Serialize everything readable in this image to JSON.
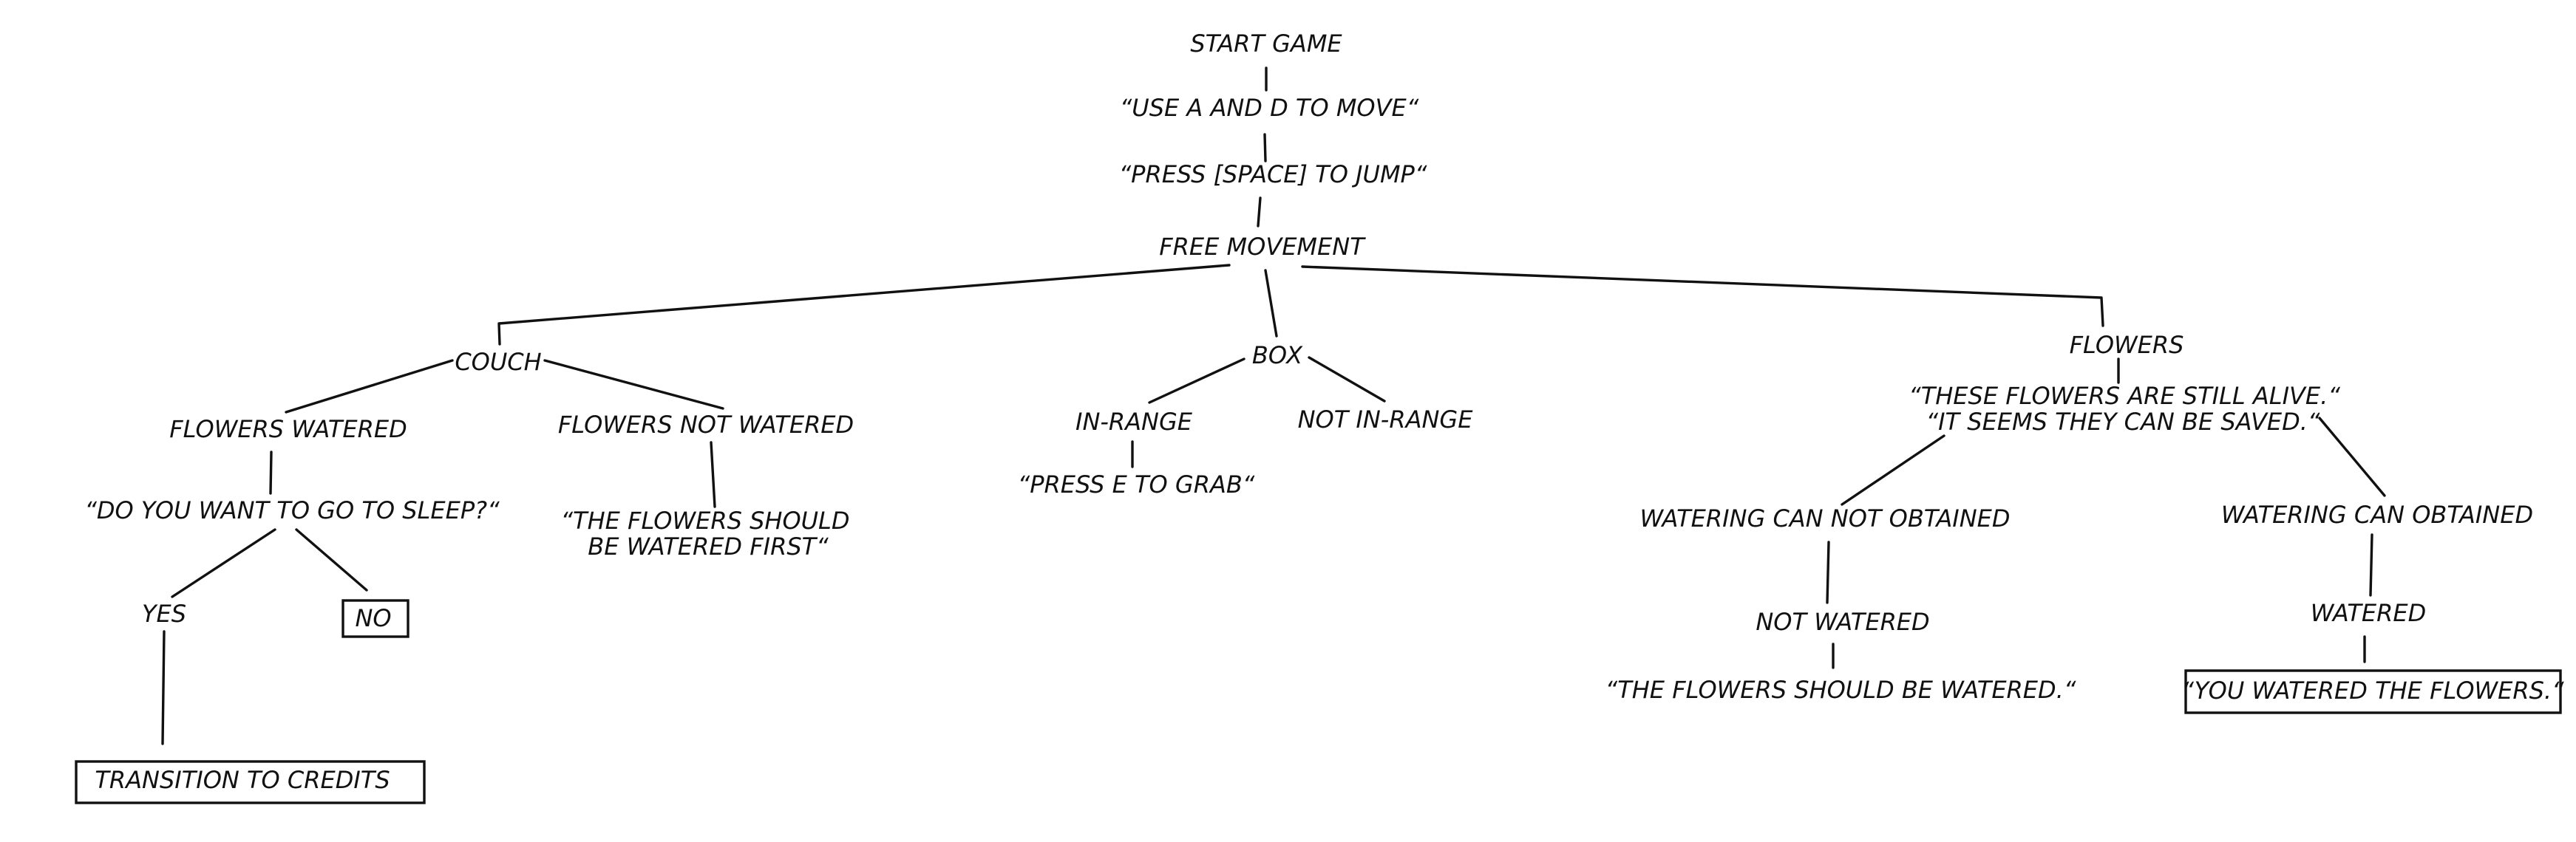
{
  "nodes": {
    "start_game": "START GAME",
    "use_a_d": "“USE A AND D TO MOVE“",
    "press_space": "“PRESS [SPACE] TO JUMP“",
    "free_movement": "FREE MOVEMENT",
    "couch": "COUCH",
    "flowers_watered": "FLOWERS WATERED",
    "do_you_want_sleep": "“DO YOU WANT TO GO TO SLEEP?“",
    "yes": "YES",
    "no": "NO",
    "transition_credits": "TRANSITION TO CREDITS",
    "flowers_not_watered": "FLOWERS NOT WATERED",
    "should_be_watered_first_line1": "“THE FLOWERS SHOULD",
    "should_be_watered_first_line2": "BE WATERED FIRST“",
    "box": "BOX",
    "in_range": "IN-RANGE",
    "press_e_grab": "“PRESS E TO GRAB“",
    "not_in_range": "NOT IN-RANGE",
    "flowers": "FLOWERS",
    "still_alive": "“THESE FLOWERS ARE STILL ALIVE.“",
    "can_be_saved": "“IT SEEMS THEY CAN BE SAVED.“",
    "can_not_obtained": "WATERING CAN NOT OBTAINED",
    "not_watered": "NOT WATERED",
    "should_be_watered": "“THE FLOWERS SHOULD BE WATERED.“",
    "can_obtained": "WATERING CAN OBTAINED",
    "watered": "WATERED",
    "you_watered": "“YOU WATERED THE FLOWERS.“"
  },
  "colors": {
    "ink": "#111111",
    "background": "#ffffff"
  }
}
